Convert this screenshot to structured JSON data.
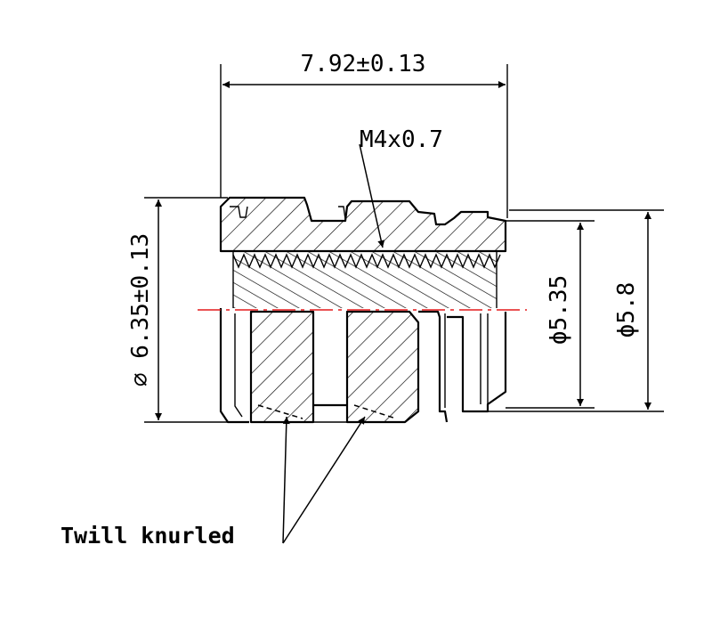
{
  "labels": {
    "length": "7.92±0.13",
    "thread": "M4x0.7",
    "outer_diameter": "∅ 6.35±0.13",
    "diameter_535": "ϕ5.35",
    "diameter_58": "ϕ5.8",
    "knurl_note": "Twill knurled"
  },
  "colors": {
    "line": "#000000",
    "centerline": "#e31a1c",
    "background": "#ffffff"
  }
}
